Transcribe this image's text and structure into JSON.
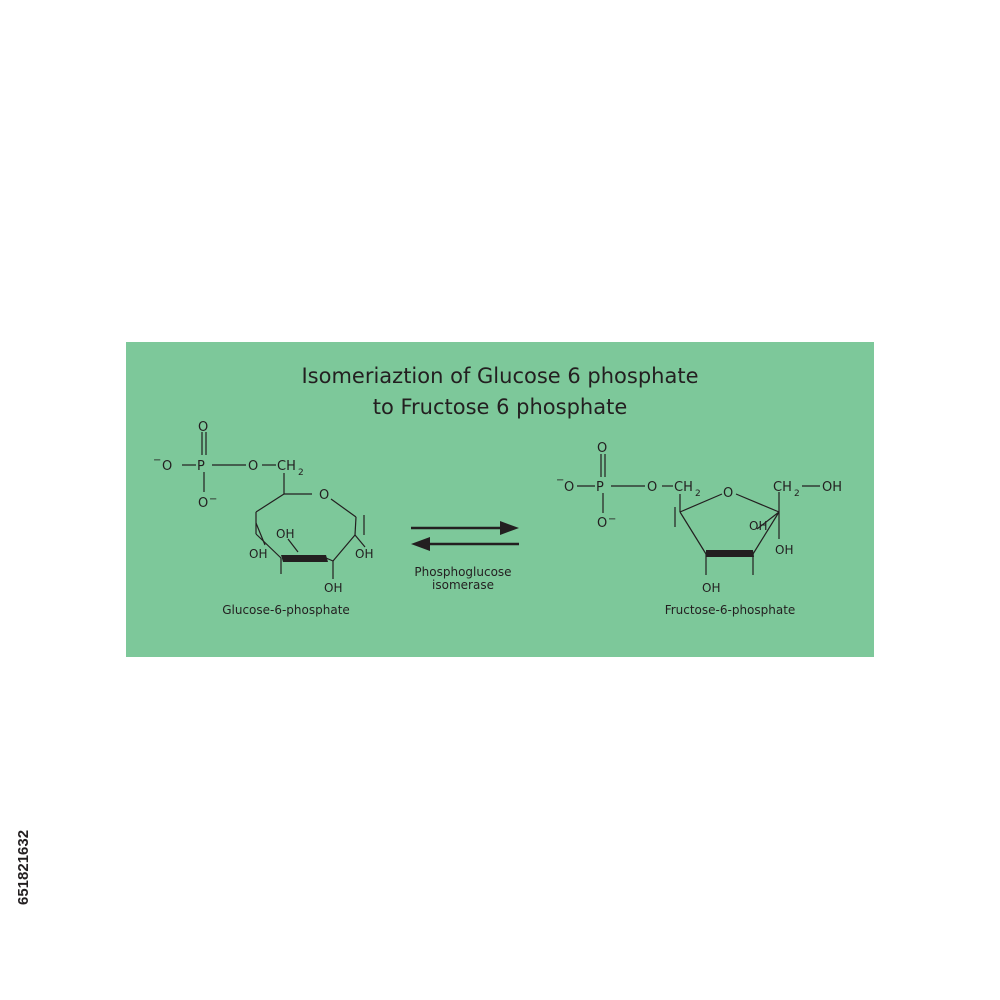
{
  "title": {
    "line1": "Isomeriaztion of Glucose 6 phosphate",
    "line2": "to Fructose 6 phosphate"
  },
  "reactant": {
    "name": "Glucose-6-phosphate",
    "phosphate_o_top": "O",
    "phosphate_p": "P",
    "phosphate_o_bottom": "O",
    "phosphate_o_left": "O",
    "phosphate_o_bridge": "O",
    "charge": "−",
    "ch2": "CH",
    "ch2_sub": "2",
    "ring_o": "O",
    "oh_labels": [
      "OH",
      "OH",
      "OH",
      "OH"
    ]
  },
  "enzyme": {
    "line1": "Phosphoglucose",
    "line2": "isomerase"
  },
  "product": {
    "name": "Fructose-6-phosphate",
    "phosphate_o_top": "O",
    "phosphate_p": "P",
    "phosphate_o_bottom": "O",
    "phosphate_o_left": "O",
    "phosphate_o_bridge": "O",
    "charge": "−",
    "ch2_left": "CH",
    "ch2_left_sub": "2",
    "ch2_right": "CH",
    "ch2_right_sub": "2",
    "ch2_oh": "OH",
    "ring_o": "O",
    "oh_labels": [
      "OH",
      "OH",
      "OH"
    ]
  },
  "watermark": {
    "stock_id": "651821632"
  },
  "colors": {
    "panel": "#7dc89a",
    "ink": "#231f20"
  }
}
